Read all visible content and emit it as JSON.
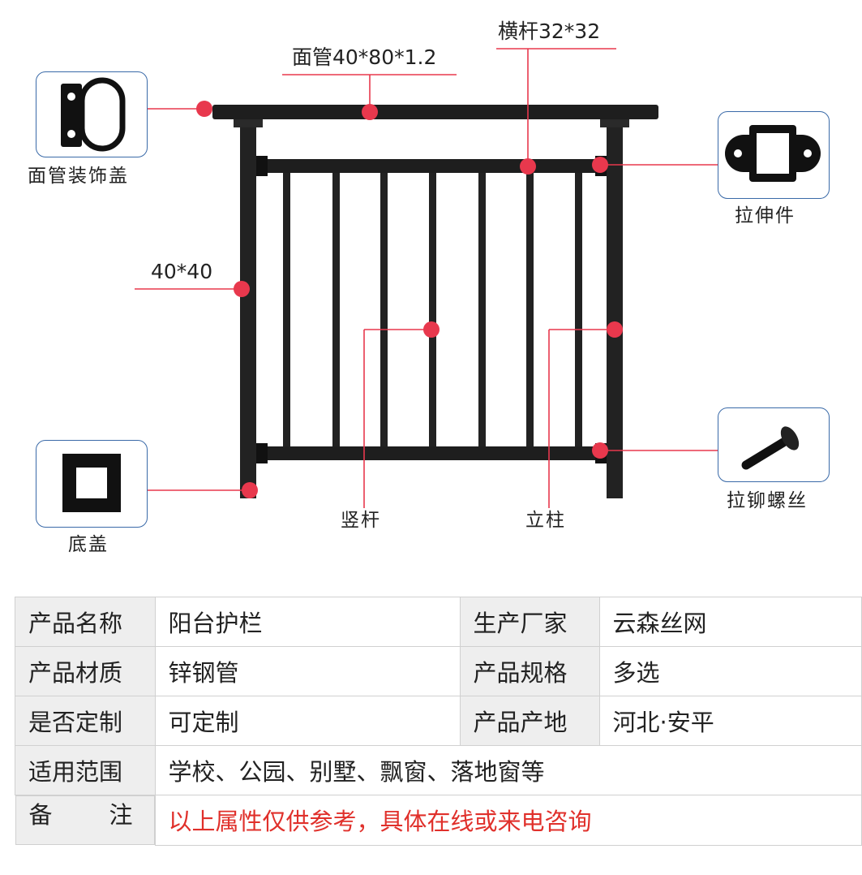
{
  "labels": {
    "top_rail": "面管40*80*1.2",
    "cross_bar": "横杆32*32",
    "rail_cap": "面管装饰盖",
    "connector": "拉伸件",
    "post_size": "40*40",
    "base_cap": "底盖",
    "baluster": "竖杆",
    "post": "立柱",
    "rivet_screw": "拉铆螺丝"
  },
  "colors": {
    "rail": "#1e1e1e",
    "marker": "#e8384d",
    "leader": "#e8384d",
    "inset_border": "#3a6aa8",
    "note_text": "#e0302b"
  },
  "table": {
    "rows": [
      {
        "k1": "产品名称",
        "v1": "阳台护栏",
        "k2": "生产厂家",
        "v2": "云森丝网"
      },
      {
        "k1": "产品材质",
        "v1": "锌钢管",
        "k2": "产品规格",
        "v2": "多选"
      },
      {
        "k1": "是否定制",
        "v1": "可定制",
        "k2": "产品产地",
        "v2": "河北·安平"
      },
      {
        "k1": "适用范围",
        "v1": "学校、公园、别墅、飘窗、落地窗等"
      },
      {
        "k1a": "备",
        "k1b": "注",
        "v1": "以上属性仅供参考，具体在线或来电咨询"
      }
    ]
  }
}
